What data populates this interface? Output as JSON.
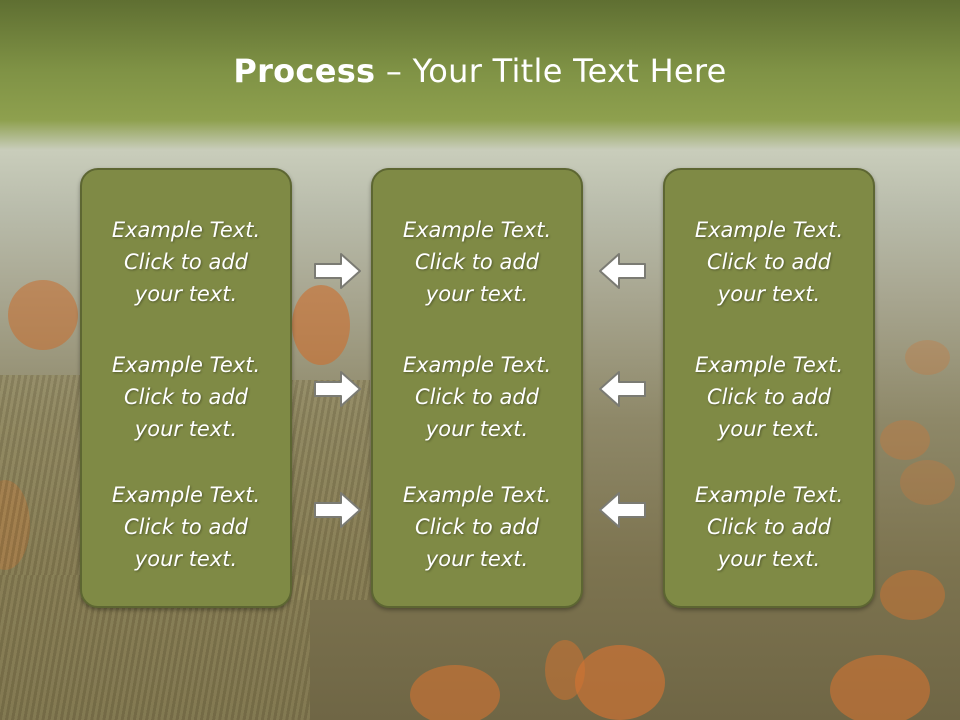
{
  "title": {
    "bold": "Process",
    "rest": " – Your Title Text Here"
  },
  "columns": [
    {
      "items": [
        {
          "line1": "Example Text.",
          "line2": "Click  to add",
          "line3": "your text."
        },
        {
          "line1": "Example Text.",
          "line2": "Click  to add",
          "line3": "your text."
        },
        {
          "line1": "Example Text.",
          "line2": "Click  to add",
          "line3": "your text."
        }
      ]
    },
    {
      "items": [
        {
          "line1": "Example Text.",
          "line2": "Click  to add",
          "line3": "your text."
        },
        {
          "line1": "Example Text.",
          "line2": "Click  to add",
          "line3": "your text."
        },
        {
          "line1": "Example Text.",
          "line2": "Click  to add",
          "line3": "your text."
        }
      ]
    },
    {
      "items": [
        {
          "line1": "Example Text.",
          "line2": "Click  to add",
          "line3": "your text."
        },
        {
          "line1": "Example Text.",
          "line2": "Click  to add",
          "line3": "your text."
        },
        {
          "line1": "Example Text.",
          "line2": "Click  to add",
          "line3": "your text."
        }
      ]
    }
  ],
  "arrows": {
    "left_group": "arrow-right-icon",
    "right_group": "arrow-left-icon"
  },
  "colors": {
    "panel": "#7f8a45",
    "panel_border": "#5d6632",
    "header": "#6f8038",
    "text": "#ffffff"
  }
}
